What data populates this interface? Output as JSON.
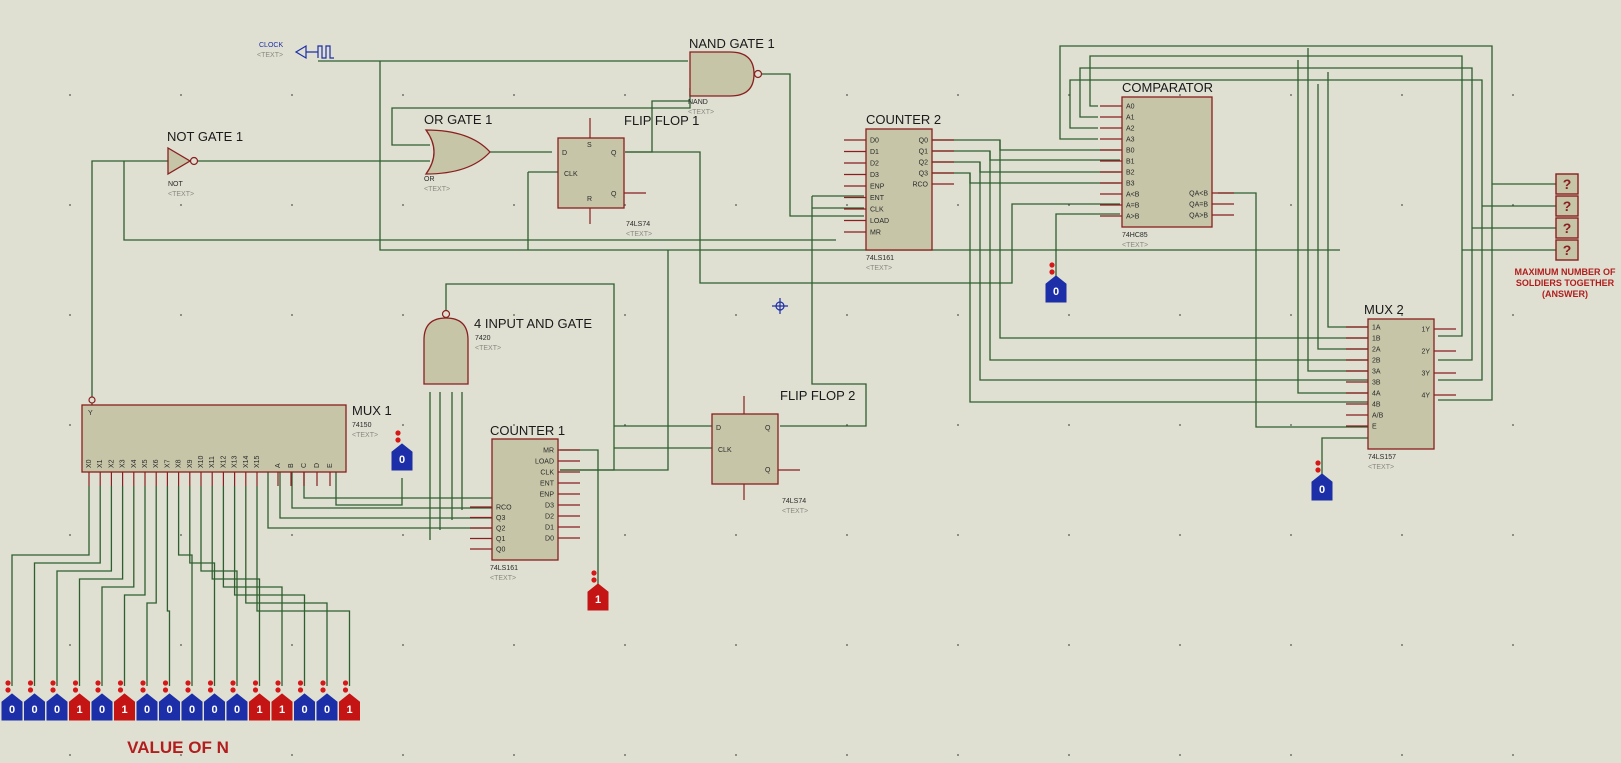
{
  "components": {
    "clock": {
      "label": "CLOCK",
      "text": "<TEXT>"
    },
    "not_gate": {
      "title": "NOT GATE 1",
      "part": "NOT",
      "text": "<TEXT>"
    },
    "or_gate": {
      "title": "OR GATE 1",
      "part": "OR",
      "text": "<TEXT>"
    },
    "flipflop1": {
      "title": "FLIP FLOP 1",
      "part": "74LS74",
      "text": "<TEXT>",
      "pins": {
        "d": "D",
        "clk": "CLK",
        "q": "Q",
        "qn": "Q",
        "s": "S",
        "r": "R"
      }
    },
    "nand_gate": {
      "title": "NAND GATE 1",
      "part": "NAND",
      "text": "<TEXT>"
    },
    "counter2": {
      "title": "COUNTER 2",
      "part": "74LS161",
      "text": "<TEXT>",
      "left_pins": [
        "D0",
        "D1",
        "D2",
        "D3",
        "ENP",
        "ENT",
        "CLK",
        "LOAD",
        "MR"
      ],
      "right_pins": [
        "Q0",
        "Q1",
        "Q2",
        "Q3",
        "RCO"
      ]
    },
    "comparator": {
      "title": "COMPARATOR",
      "part": "74HC85",
      "text": "<TEXT>",
      "left_pins": [
        "A0",
        "A1",
        "A2",
        "A3",
        "B0",
        "B1",
        "B2",
        "B3",
        "A<B",
        "A=B",
        "A>B"
      ],
      "right_pins": [
        "QA<B",
        "QA=B",
        "QA>B"
      ]
    },
    "and4": {
      "title": "4 INPUT AND GATE",
      "part": "7420",
      "text": "<TEXT>"
    },
    "mux1": {
      "title": "MUX 1",
      "part": "74150",
      "text": "<TEXT>",
      "pins": [
        "X0",
        "X1",
        "X2",
        "X3",
        "X4",
        "X5",
        "X6",
        "X7",
        "X8",
        "X9",
        "X10",
        "X11",
        "X12",
        "X13",
        "X14",
        "X15",
        "A",
        "B",
        "C",
        "D",
        "E"
      ],
      "out": "Y"
    },
    "counter1": {
      "title": "COUNTER 1",
      "part": "74LS161",
      "text": "<TEXT>",
      "right_pins": [
        "MR",
        "LOAD",
        "CLK",
        "ENT",
        "ENP",
        "D3",
        "D2",
        "D1",
        "D0"
      ],
      "left_pins": [
        "RCO",
        "Q3",
        "Q2",
        "Q1",
        "Q0"
      ]
    },
    "flipflop2": {
      "title": "FLIP FLOP 2",
      "part": "74LS74",
      "text": "<TEXT>"
    },
    "mux2": {
      "title": "MUX 2",
      "part": "74LS157",
      "text": "<TEXT>",
      "left_pins": [
        "1A",
        "1B",
        "2A",
        "2B",
        "3A",
        "3B",
        "4A",
        "4B",
        "A/B",
        "E"
      ],
      "right_pins": [
        "1Y",
        "2Y",
        "3Y",
        "4Y"
      ]
    }
  },
  "logic_states": {
    "input_bits": [
      "0",
      "0",
      "0",
      "1",
      "0",
      "1",
      "0",
      "0",
      "0",
      "0",
      "0",
      "1",
      "1",
      "0",
      "0",
      "1"
    ],
    "mux1_enable": "0",
    "counter2_load": "0",
    "counter1_state": "1",
    "mux2_select": "0"
  },
  "output_probes": [
    "?",
    "?",
    "?",
    "?"
  ],
  "labels": {
    "answer_caption": "MAXIMUM NUMBER OF SOLDIERS TOGETHER (ANSWER)",
    "answer_lines": [
      "MAXIMUM NUMBER OF",
      "SOLDIERS TOGETHER",
      "(ANSWER)"
    ],
    "value_of_n": "VALUE OF N"
  },
  "colors": {
    "background": "#dfdfd2",
    "wire": "#2f5f2f",
    "chip_body": "#c6c5a8",
    "chip_border": "#8a1f1f",
    "logic_low": "#1c2fa8",
    "logic_high": "#c41414"
  }
}
